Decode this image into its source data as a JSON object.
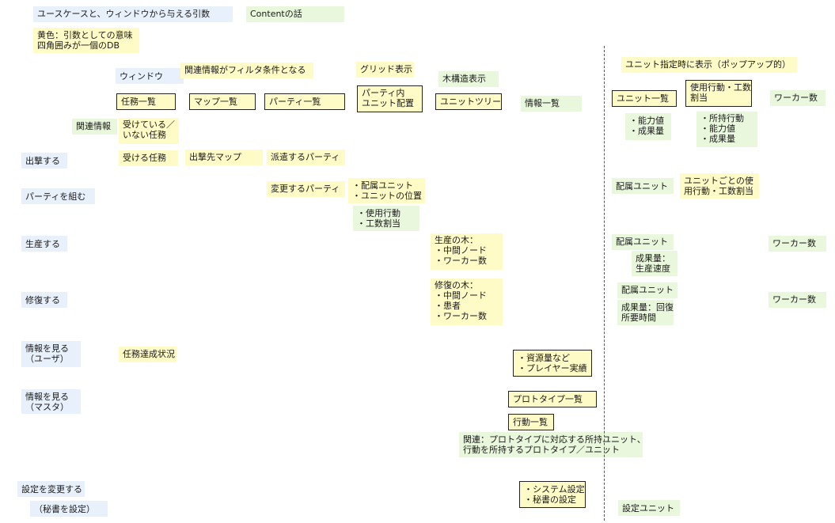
{
  "title": "ユースケースと、ウィンドウから与える引数",
  "content_note": "Contentの話",
  "legend": "黄色：引数としての意味\n四角囲みが一個のDB",
  "window_label": "ウィンドウ",
  "related_filter_note": "関連情報がフィルタ条件となる",
  "grid_display": "グリッド表示",
  "tree_display": "木構造表示",
  "popup_note": "ユニット指定時に表示（ポップアップ的）",
  "tables": {
    "quest_list": "任務一覧",
    "map_list": "マップ一覧",
    "party_list": "パーティ一覧",
    "party_unit_layout": "パーティ内\nユニット配置",
    "unit_tree": "ユニットツリー",
    "info_list": "情報一覧",
    "unit_list": "ユニット一覧",
    "action_assign": "使用行動・工数\n割当",
    "worker_count_header": "ワーカー数"
  },
  "related_info_row": {
    "label": "関連情報",
    "quest": "受けている／\nいない任務",
    "unit_list": "・能力値\n・成果量",
    "action_assign": "・所持行動\n・能力値\n・成果量"
  },
  "usecases": {
    "sortie": {
      "label": "出撃する",
      "quest": "受ける任務",
      "map": "出撃先マップ",
      "party": "派遣するパーティ"
    },
    "form_party": {
      "label": "パーティを組む",
      "party": "変更するパーティ",
      "layout1": "・配属ユニット\n・ユニットの位置",
      "layout2": "・使用行動\n・工数割当",
      "unit_list": "配属ユニット",
      "action_assign": "ユニットごとの使\n用行動・工数割当"
    },
    "produce": {
      "label": "生産する",
      "tree": "生産の木：\n・中間ノード\n・ワーカー数",
      "unit_list": "配属ユニット",
      "unit_detail": "成果量：\n生産速度",
      "worker": "ワーカー数"
    },
    "repair": {
      "label": "修復する",
      "tree": "修復の木：\n・中間ノード\n・患者\n・ワーカー数",
      "unit_list": "配属ユニット",
      "unit_detail": "成果量：回復\n所要時間",
      "worker": "ワーカー数"
    },
    "view_user_info": {
      "label": "情報を見る\n（ユーザ）",
      "quest": "任務達成状況",
      "info": "・資源量など\n・プレイヤー実績"
    },
    "view_master_info": {
      "label": "情報を見る\n（マスタ）",
      "prototype_list": "プロトタイプ一覧",
      "action_list": "行動一覧",
      "relation": "関連：プロトタイプに対応する所持ユニット、\n行動を所持するプロトタイプ／ユニット"
    },
    "settings": {
      "label": "設定を変更する",
      "sublabel": "（秘書を設定）",
      "info": "・システム設定\n・秘書の設定",
      "unit": "設定ユニット"
    }
  }
}
